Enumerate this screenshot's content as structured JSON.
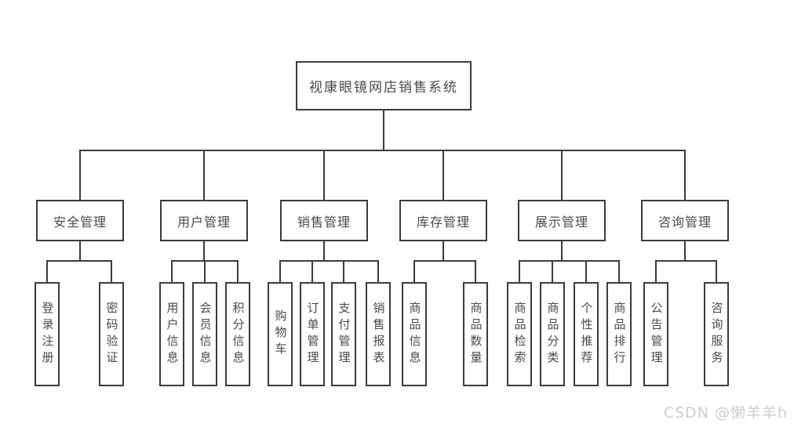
{
  "diagram": {
    "title": "视康眼镜网店销售系统",
    "root": "视康眼镜网店销售系统",
    "branches": [
      {
        "label": "安全管理",
        "children": [
          "登录注册",
          "密码验证"
        ]
      },
      {
        "label": "用户管理",
        "children": [
          "用户信息",
          "会员信息",
          "积分信息"
        ]
      },
      {
        "label": "销售管理",
        "children": [
          "购物车",
          "订单管理",
          "支付管理",
          "销售报表"
        ]
      },
      {
        "label": "库存管理",
        "children": [
          "商品信息",
          "商品数量"
        ]
      },
      {
        "label": "展示管理",
        "children": [
          "商品检索",
          "商品分类",
          "个性推荐",
          "商品排行"
        ]
      },
      {
        "label": "咨询管理",
        "children": [
          "公告管理",
          "咨询服务"
        ]
      }
    ]
  },
  "watermark": "CSDN @懒羊羊h",
  "colors": {
    "line": "#3b3b3b",
    "background": "#ffffff",
    "watermark": "#cfcfcf"
  }
}
